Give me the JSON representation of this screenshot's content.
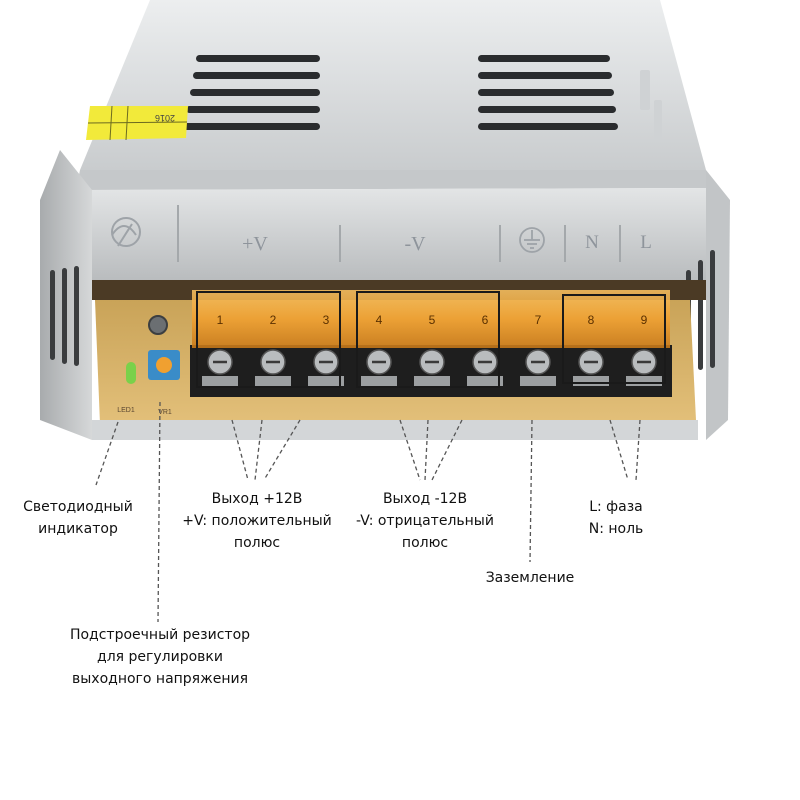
{
  "case_markings": {
    "positive": "+V",
    "negative": "-V",
    "neutral": "N",
    "line": "L",
    "led_label": "LED1",
    "trimmer_label": "VR1",
    "sticker_year": "2016"
  },
  "terminals": [
    "1",
    "2",
    "3",
    "4",
    "5",
    "6",
    "7",
    "8",
    "9"
  ],
  "labels": {
    "led": [
      "Светодиодный",
      "индикатор"
    ],
    "positive": [
      "Выход +12В",
      "+V: положительный",
      "полюс"
    ],
    "negative": [
      "Выход -12В",
      "-V: отрицательный",
      "полюс"
    ],
    "ground": [
      "Заземление"
    ],
    "ac": [
      "L: фаза",
      "N: ноль"
    ],
    "trimmer": [
      "Подстроечный резистор",
      "для регулировки",
      "выходного напряжения"
    ]
  },
  "colors": {
    "case": "#d9dbdc",
    "terminal_cover": "#f0a030",
    "pcb": "#d8b56a",
    "callout_line": "#555555",
    "box_outline": "#1a1a1a"
  }
}
